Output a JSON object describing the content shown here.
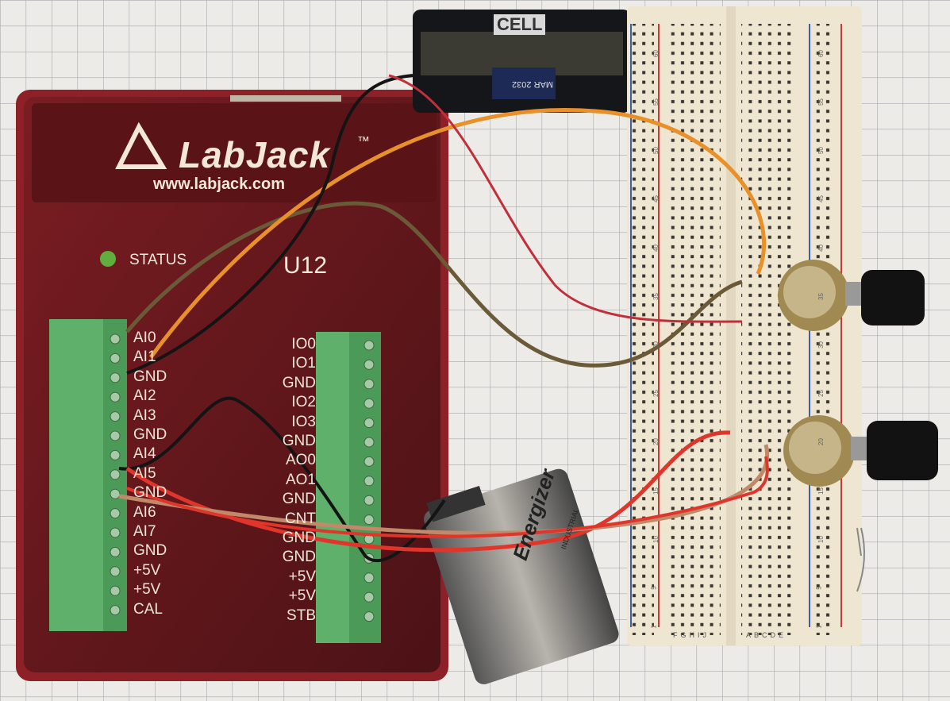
{
  "labjack": {
    "logo": "LabJack",
    "trademark": "™",
    "url": "www.labjack.com",
    "status_label": "STATUS",
    "model": "U12",
    "left_terminals": [
      "AI0",
      "AI1",
      "GND",
      "AI2",
      "AI3",
      "GND",
      "AI4",
      "AI5",
      "GND",
      "AI6",
      "AI7",
      "GND",
      "+5V",
      "+5V",
      "CAL"
    ],
    "right_terminals": [
      "IO0",
      "IO1",
      "GND",
      "IO2",
      "IO3",
      "GND",
      "AO0",
      "AO1",
      "GND",
      "CNT",
      "GND",
      "GND",
      "+5V",
      "+5V",
      "STB"
    ]
  },
  "battery_holder": {
    "brand": "CELL",
    "cell_text": "MAR 2032"
  },
  "battery_9v": {
    "brand": "Energizer",
    "line": "INDUSTRIAL"
  },
  "breadboard": {
    "row_numbers": [
      "60",
      "55",
      "50",
      "45",
      "40",
      "35",
      "30",
      "25",
      "20",
      "15",
      "10",
      "5",
      "1"
    ],
    "columns_left": "FGHIJ",
    "columns_right": "ABCDE"
  },
  "colors": {
    "case": "#6e1a1e",
    "terminal": "#5fb06a",
    "breadboard": "#efe6d2",
    "paper": "#ecebe8"
  }
}
